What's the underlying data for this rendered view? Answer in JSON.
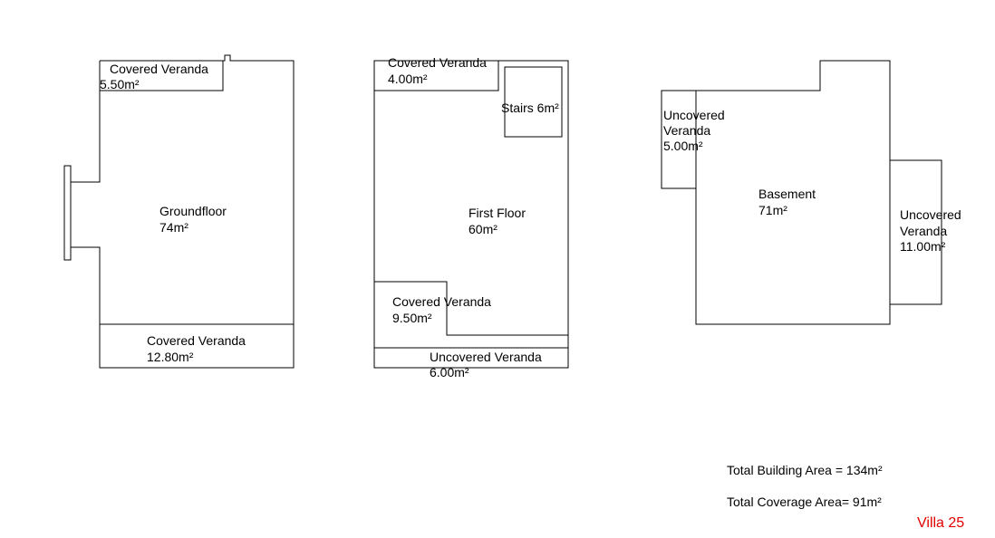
{
  "colors": {
    "lines": "#000000",
    "label": "#000000",
    "villa": "#e00000"
  },
  "groundfloor": {
    "covered_top": {
      "name": "Covered Veranda",
      "area": "5.50m²"
    },
    "main": {
      "name": "Groundfloor",
      "area": "74m²"
    },
    "covered_bottom": {
      "name": "Covered Veranda",
      "area": "12.80m²"
    }
  },
  "first_floor": {
    "covered_top": {
      "name": "Covered Veranda",
      "area": "4.00m²"
    },
    "stairs": "Stairs 6m²",
    "main": {
      "name": "First Floor",
      "area": "60m²"
    },
    "covered_bottom": {
      "name": "Covered Veranda",
      "area": "9.50m²"
    },
    "uncovered_bottom": {
      "name": "Uncovered Veranda",
      "area": "6.00m²"
    }
  },
  "basement": {
    "uncovered_left": {
      "line1": "Uncovered",
      "line2": "Veranda",
      "area": "5.00m²"
    },
    "main": {
      "name": "Basement",
      "area": "71m²"
    },
    "uncovered_right": {
      "line1": "Uncovered",
      "line2": "Veranda",
      "area": "11.00m²"
    }
  },
  "totals": {
    "building": "Total Building Area = 134m²",
    "coverage": "Total Coverage Area= 91m²"
  },
  "villa": "Villa 25"
}
